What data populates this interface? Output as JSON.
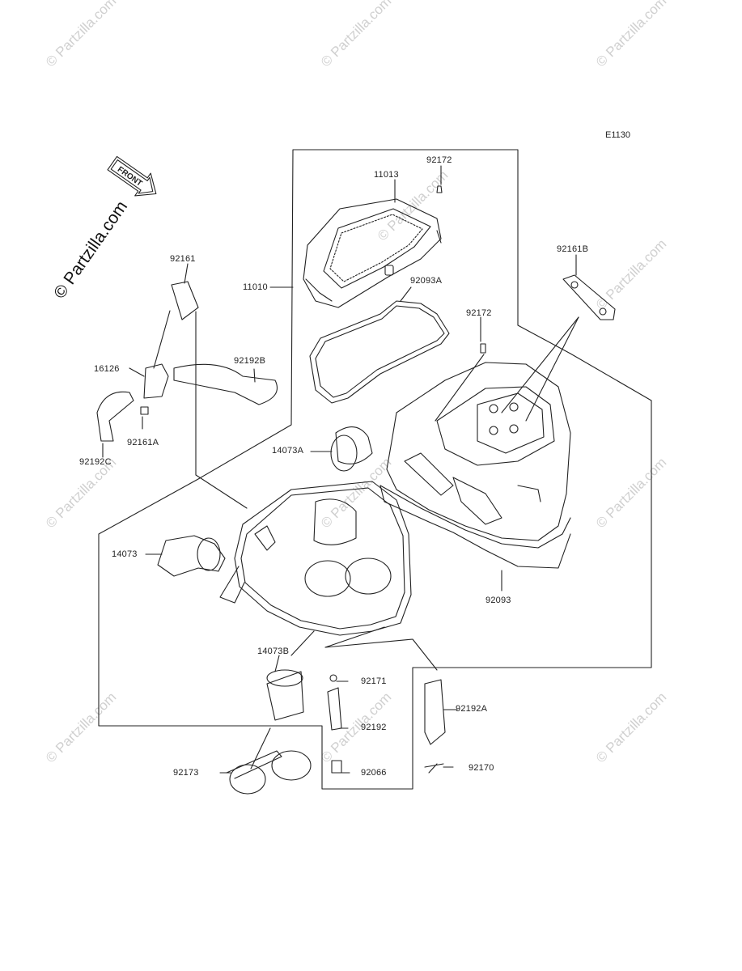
{
  "diagram_code": "E1130",
  "watermark": "© Partzilla.com",
  "front_indicator": "FRONT",
  "parts": {
    "p11013": "11013",
    "p92172a": "92172",
    "p92172b": "92172",
    "p11010": "11010",
    "p92093A": "92093A",
    "p92161": "92161",
    "p92161B": "92161B",
    "p16126": "16126",
    "p92192B": "92192B",
    "p92161A": "92161A",
    "p92192C": "92192C",
    "p14073A": "14073A",
    "p14073": "14073",
    "p92093": "92093",
    "p14073B": "14073B",
    "p92171": "92171",
    "p92192A": "92192A",
    "p92192": "92192",
    "p92173": "92173",
    "p92066": "92066",
    "p92170": "92170"
  }
}
